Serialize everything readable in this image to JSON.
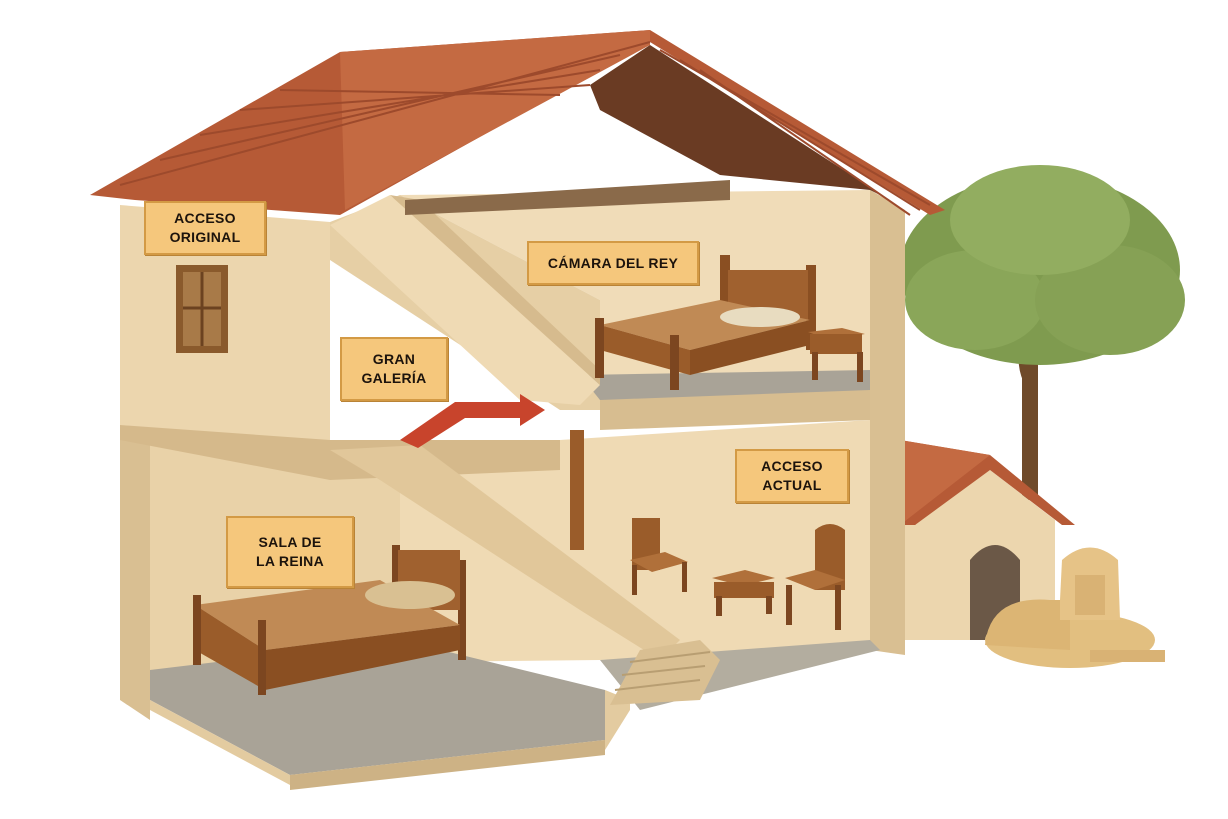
{
  "labels": {
    "acceso_original": [
      "ACCESO",
      "ORIGINAL"
    ],
    "camara_del_rey": [
      "CÁMARA DEL REY"
    ],
    "gran_galeria": [
      "GRAN",
      "GALERÍA"
    ],
    "acceso_actual": [
      "ACCESO",
      "ACTUAL"
    ],
    "sala_de_la_reina": [
      "SALA DE",
      "LA REINA"
    ]
  },
  "colors": {
    "wall": "#ecd6ae",
    "wall_shadow": "#d9bf92",
    "roof_tile": "#b65a36",
    "floor": "#a9a397",
    "wood": "#9a5c2a",
    "arrow": "#c8442c",
    "label_fill": "#f5c77c",
    "label_border": "#d39a45",
    "tree_leaves": "#7f9b4f",
    "sphinx": "#e2bf80"
  },
  "icons": [
    "bed-icon",
    "chair-icon",
    "table-icon",
    "tree-icon",
    "sphinx-icon",
    "doghouse-icon",
    "window-icon",
    "arrow-icon"
  ]
}
